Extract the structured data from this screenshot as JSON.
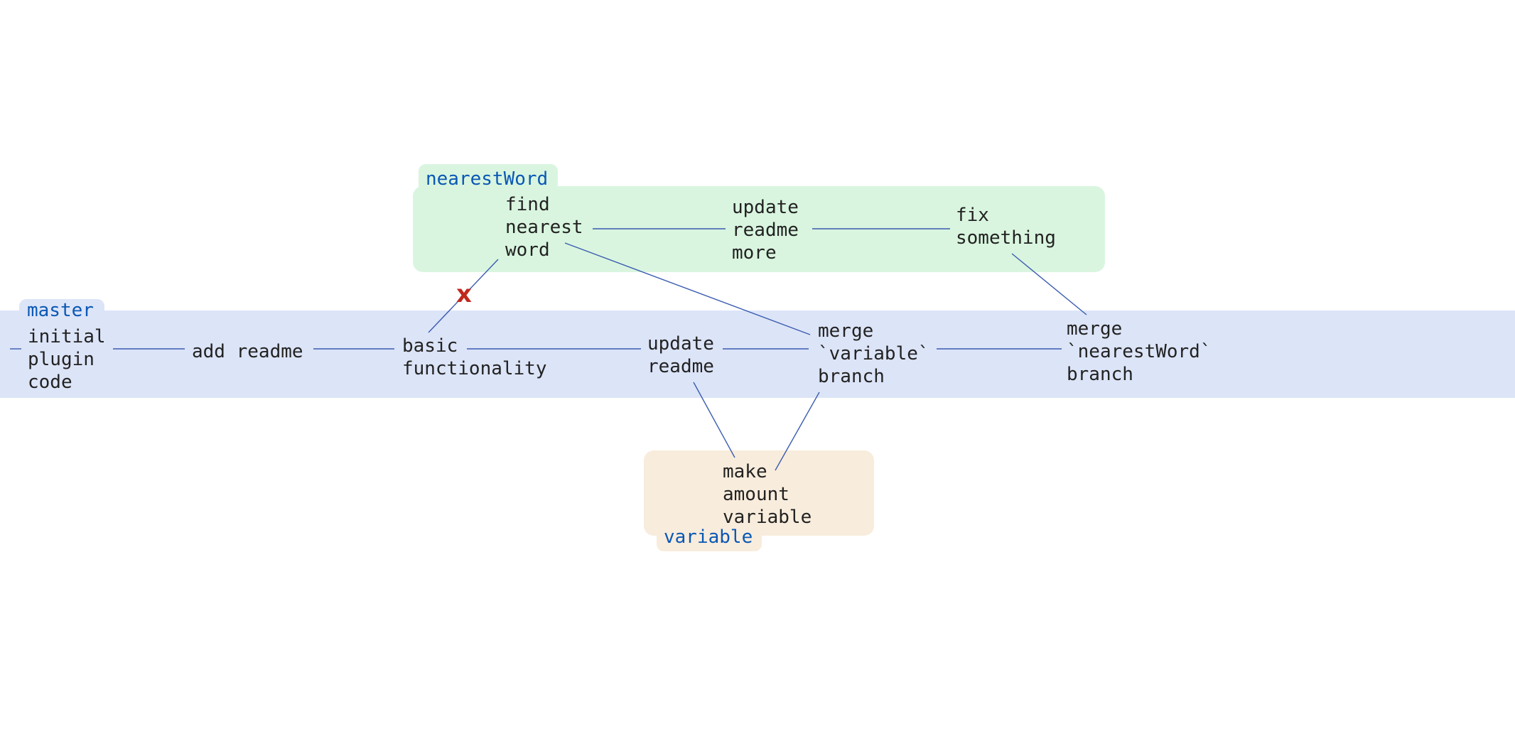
{
  "colors": {
    "master_lane": "#dce4f7",
    "nearestWord_lane": "#d9f5df",
    "variable_lane": "#f8ecdc",
    "branch_label": "#0a58b5",
    "edge": "#3a5bb0",
    "reject": "#c0281c",
    "text": "#222222"
  },
  "branches": {
    "master": "master",
    "nearestWord": "nearestWord",
    "variable": "variable"
  },
  "commits": {
    "initial": [
      "initial",
      "plugin",
      "code"
    ],
    "add_readme": [
      "add readme"
    ],
    "basic": [
      "basic",
      "functionality"
    ],
    "update_readme": [
      "update",
      "readme"
    ],
    "merge_variable": [
      "merge",
      "`variable`",
      "branch"
    ],
    "merge_nearest": [
      "merge",
      "`nearestWord`",
      "branch"
    ],
    "find_nearest": [
      "find",
      "nearest",
      "word"
    ],
    "update_readme_more": [
      "update",
      "readme",
      "more"
    ],
    "fix_something": [
      "fix",
      "something"
    ],
    "make_amount": [
      "make",
      "amount",
      "variable"
    ]
  },
  "marks": {
    "rejected": "x"
  }
}
